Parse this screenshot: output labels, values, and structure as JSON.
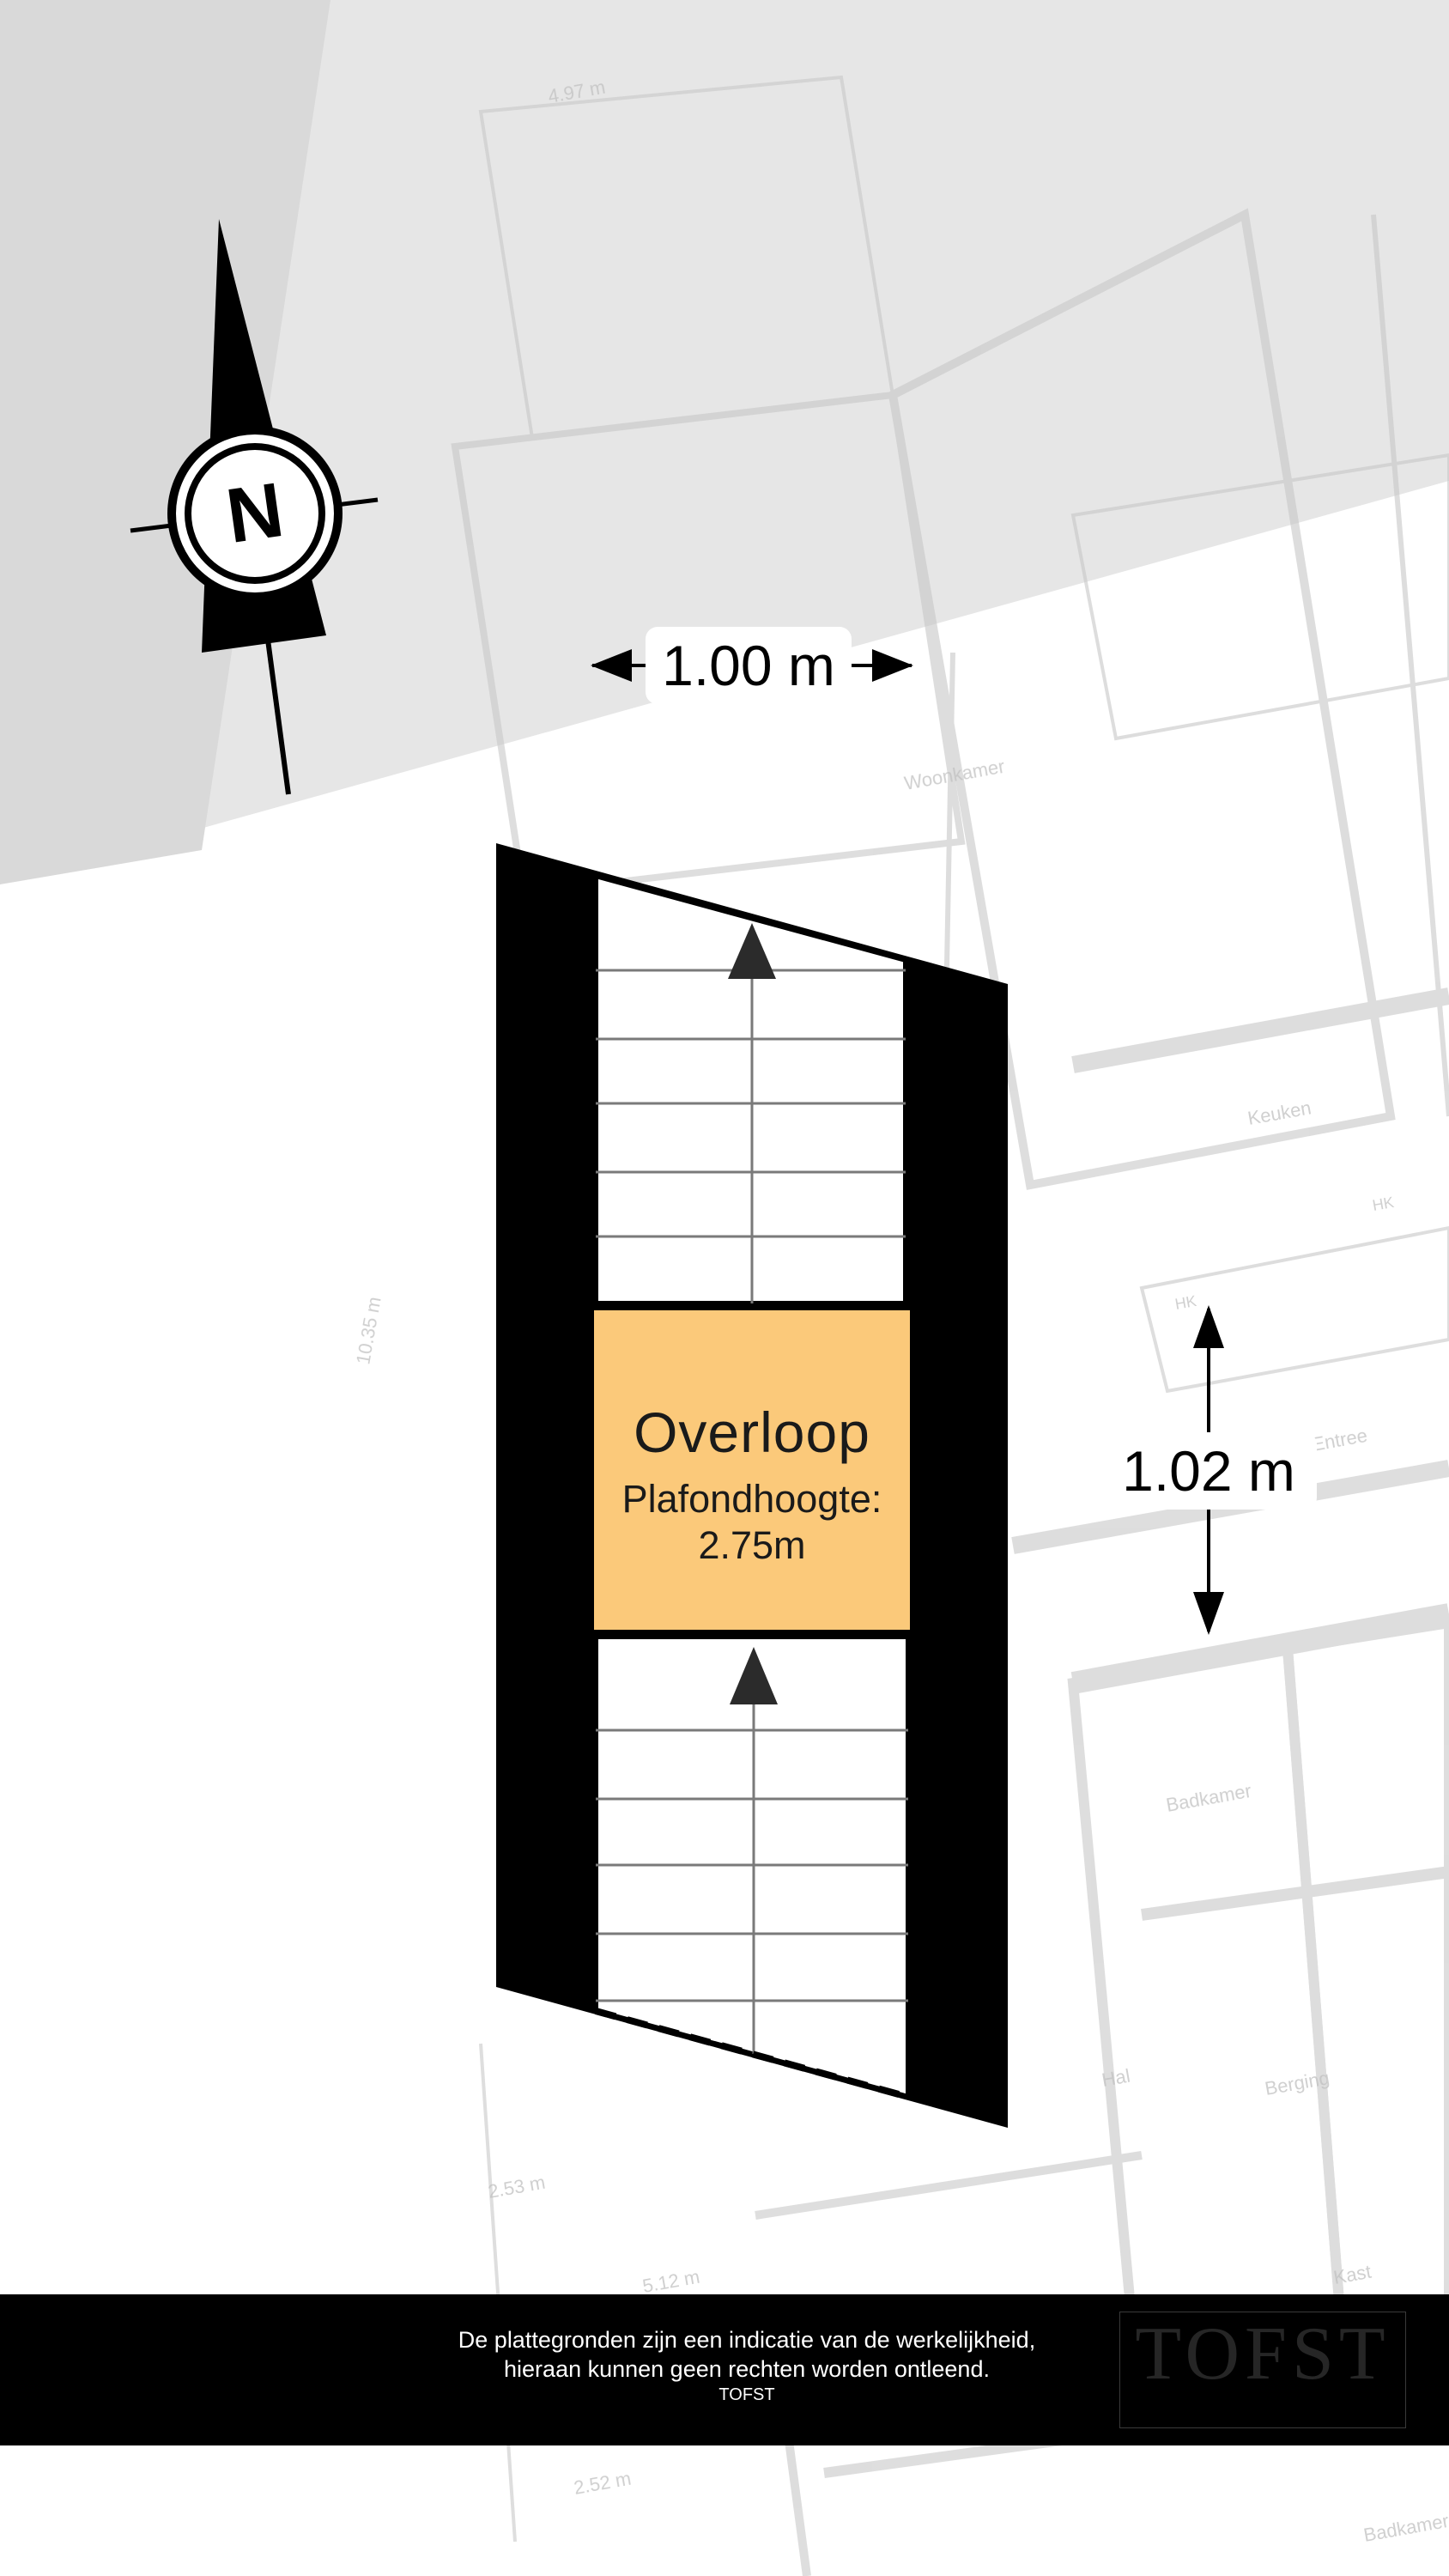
{
  "dimensions": {
    "width": "1.00 m",
    "height": "1.02 m"
  },
  "room": {
    "name": "Overloop",
    "ceiling_label": "Plafondhoogte:",
    "ceiling_height": "2.75m",
    "fill": "#fbc97a"
  },
  "compass": {
    "letter": "N"
  },
  "footer": {
    "line1": "De plattegronden zijn een indicatie van de werkelijkheid,",
    "line2": "hieraan kunnen geen rechten worden ontleend.",
    "brand": "TOFST"
  },
  "background_plan": {
    "room_labels": [
      "Keuken",
      "Badkamer",
      "Hal",
      "Berging",
      "Kast",
      "HK",
      "HK",
      "Woonkamer",
      "Entree",
      "Badkamer"
    ],
    "dimension_labels": [
      "10.35 m",
      "2.53 m",
      "5.12 m",
      "2.52 m",
      "4.97 m"
    ]
  },
  "colors": {
    "wall": "#000000",
    "stair_fill": "#ffffff",
    "footer_bg": "#000000"
  }
}
